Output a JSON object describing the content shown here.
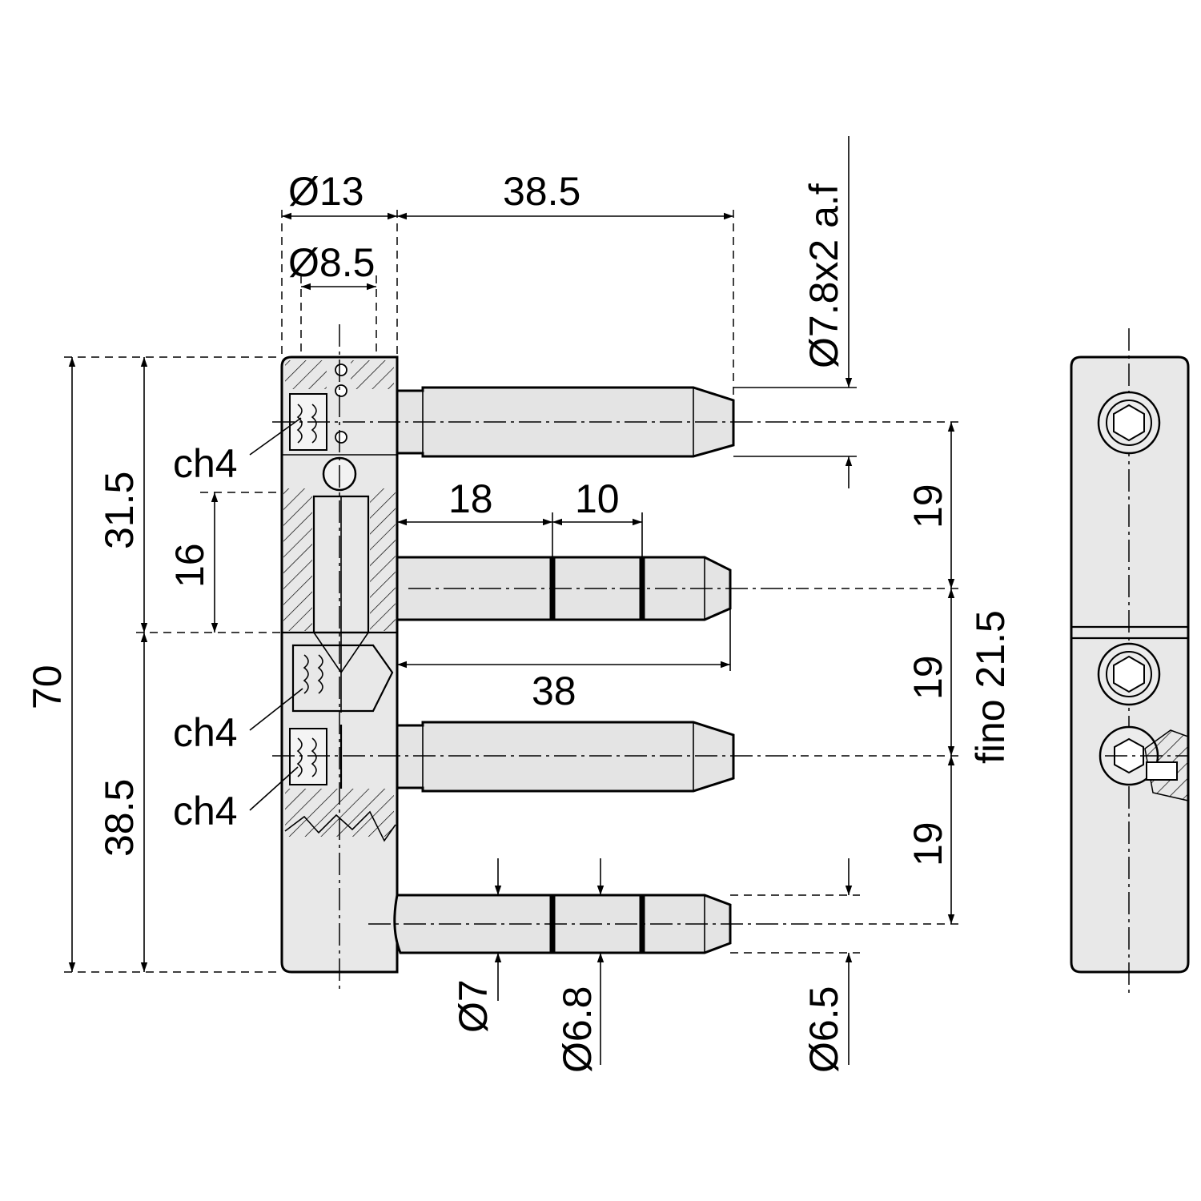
{
  "colors": {
    "line": "#000000",
    "fill": "#e6e6e6",
    "background": "#ffffff"
  },
  "dimensions": {
    "top_diameter_outer": "Ø13",
    "top_length": "38.5",
    "top_diameter_inner": "Ø8.5",
    "top_pin_diameter": "Ø7.8x2 a.f",
    "total_height": "70",
    "upper_height": "31.5",
    "lower_height": "38.5",
    "sleeve_length": "16",
    "pin2_seg1": "18",
    "pin2_seg2": "10",
    "pin2_total": "38",
    "spacing_1": "19",
    "spacing_2": "19",
    "spacing_3": "19",
    "adjust_range": "fino 21.5",
    "hex_key_1": "ch4",
    "hex_key_2": "ch4",
    "hex_key_3": "ch4",
    "bottom_dia_1": "Ø7",
    "bottom_dia_2": "Ø6.8",
    "bottom_dia_3": "Ø6.5"
  }
}
